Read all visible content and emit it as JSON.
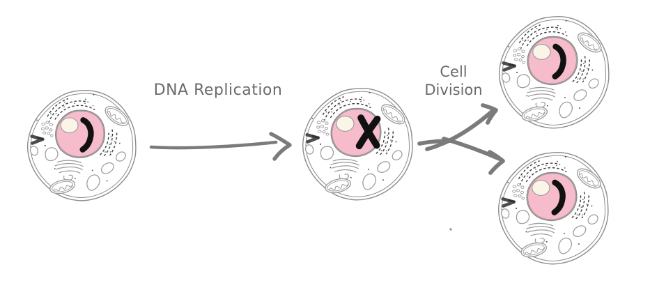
{
  "labels": {
    "dna_replication": "DNA Replication",
    "cell_division_line1": "Cell",
    "cell_division_line2": "Division"
  },
  "cells": [
    {
      "name": "parent-cell",
      "chromosome": "single"
    },
    {
      "name": "replicated-cell",
      "chromosome": "duplicated-x"
    },
    {
      "name": "daughter-cell-top",
      "chromosome": "single"
    },
    {
      "name": "daughter-cell-bottom",
      "chromosome": "single"
    }
  ],
  "colors": {
    "background": "#ffffff",
    "membrane_ink": "#8d8d8d",
    "organelle_ink": "#9b9b9b",
    "er_ink": "#3e3e3e",
    "nucleus_pink": "#f6bccb",
    "nucleolus_cream": "#faf5e7",
    "chromosome_black": "#111111",
    "centriole_dark": "#4d4d4d",
    "arrow_gray": "#7b7b7b",
    "label_gray": "#6b6b6b"
  }
}
